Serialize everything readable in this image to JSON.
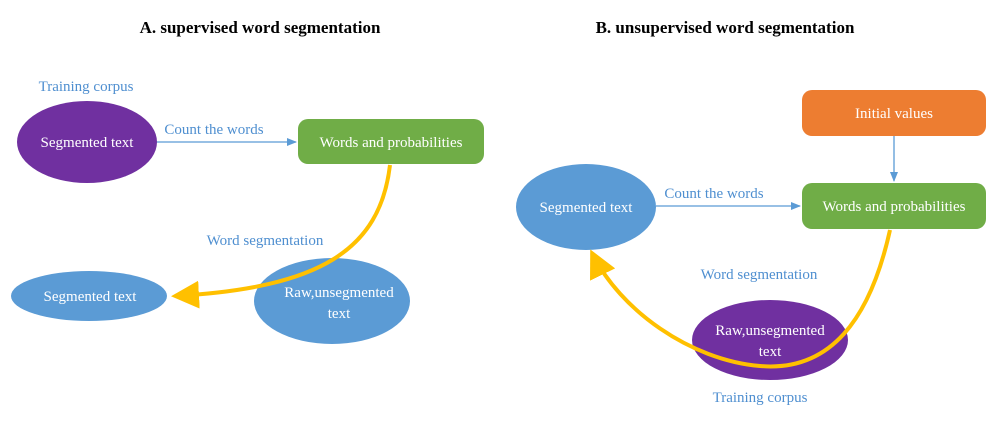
{
  "colors": {
    "purple": "#7030a0",
    "blue": "#5b9bd5",
    "green": "#70ad47",
    "orange": "#ed7d31",
    "yellow_arrow": "#ffc000",
    "label_blue": "#4f8fd0",
    "connector_blue": "#5b9bd5"
  },
  "panel_a": {
    "title": "A. supervised word segmentation",
    "training_corpus_label": "Training corpus",
    "segmented_text_node": "Segmented text",
    "count_words_label": "Count the words",
    "words_probs_node": "Words and probabilities",
    "word_segmentation_label": "Word segmentation",
    "output_segmented_node": "Segmented text",
    "raw_text_line1": "Raw,unsegmented",
    "raw_text_line2": "text"
  },
  "panel_b": {
    "title": "B. unsupervised word segmentation",
    "initial_values_node": "Initial values",
    "segmented_text_node": "Segmented text",
    "count_words_label": "Count the words",
    "words_probs_node": "Words and probabilities",
    "word_segmentation_label": "Word segmentation",
    "raw_text_line1": "Raw,unsegmented",
    "raw_text_line2": "text",
    "training_corpus_label": "Training corpus"
  }
}
